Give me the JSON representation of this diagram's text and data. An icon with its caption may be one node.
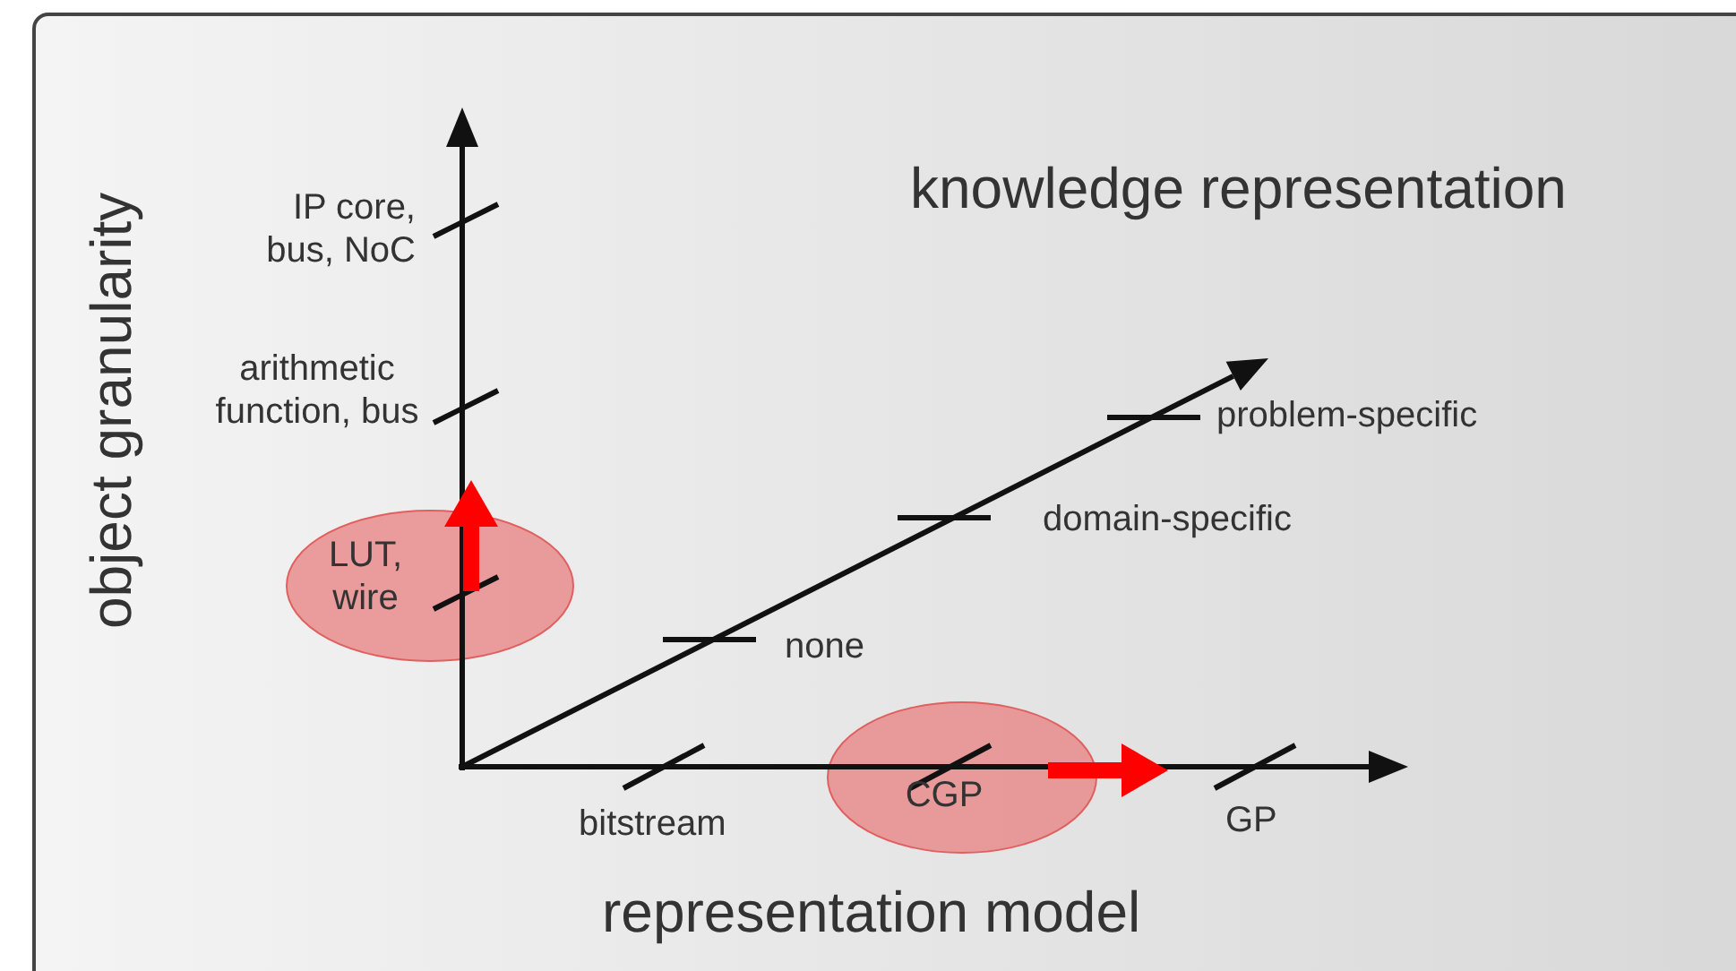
{
  "diagram": {
    "nodes": [
      {
        "text": [
          "LUT, wire"
        ]
      },
      {
        "text": [
          "CGP"
        ]
      }
    ],
    "labels": [
      "object granularity",
      "IP core, bus, NoC",
      "arithmetic function, bus",
      "knowledge representation",
      "problem-specific",
      "domain-specific",
      "none",
      "bitstream",
      "GP",
      "representation model"
    ]
  }
}
